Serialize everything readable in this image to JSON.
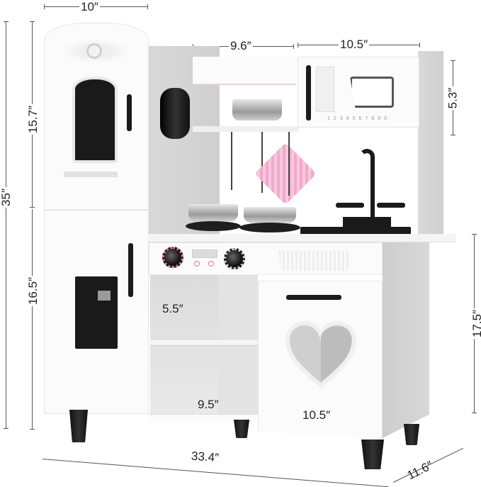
{
  "image": {
    "subject": "White toy play kitchen with refrigerator, stove, sink, microwave and cabinets, annotated with dimensions",
    "colors": {
      "body": "#fbfbfb",
      "side_panel": "#d4d4d4",
      "accents": "#1a1a1a",
      "pink_mitt": "#f0a6c8",
      "dimension_lines": "#555555"
    }
  },
  "dimensions": {
    "fridge_width": "10″",
    "shelf_width": "9.6″",
    "microwave_width": "10.5″",
    "microwave_height": "5.3″",
    "total_height": "35″",
    "fridge_upper_height": "15.7″",
    "fridge_lower_height": "16.5″",
    "counter_height": "17.5″",
    "shelf_height": "5.5″",
    "shelf_depth_width": "9.5″",
    "oven_width": "10.5″",
    "total_width": "33.4″",
    "depth": "11.6″"
  },
  "microwave_keys": [
    "1",
    "2",
    "3",
    "4",
    "5",
    "6",
    "7",
    "8",
    "9",
    "0"
  ]
}
